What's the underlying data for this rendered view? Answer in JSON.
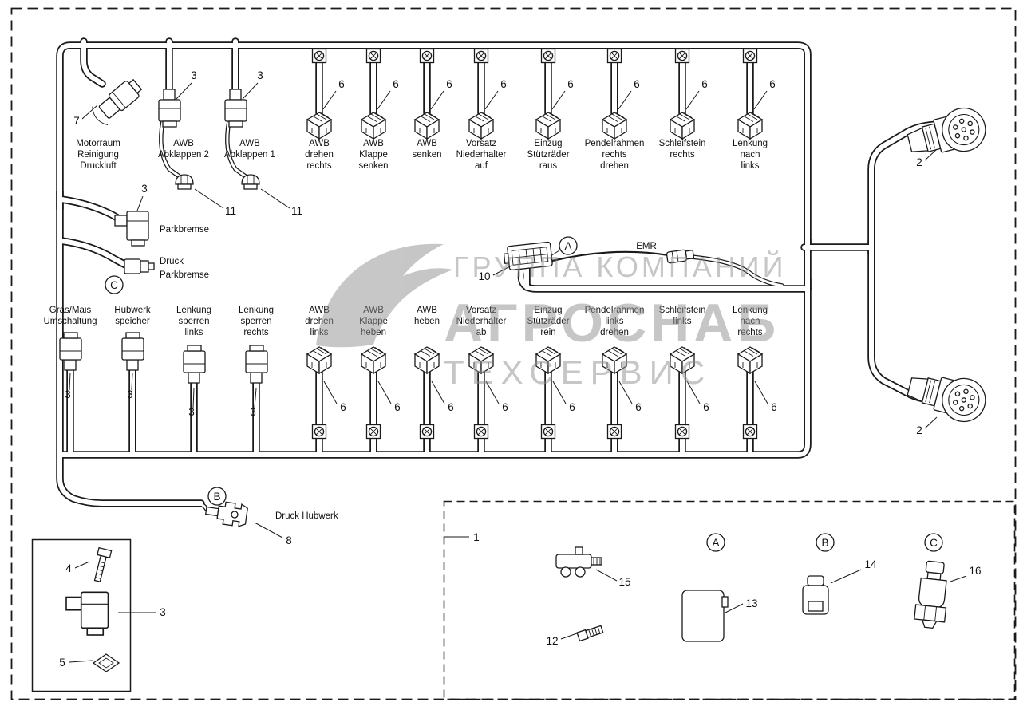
{
  "watermark": {
    "line1": "ГРУППА КОМПАНИЙ",
    "line2": "АГРОСНАБ",
    "line3": "ТЕХСЕРВИС"
  },
  "colors": {
    "line": "#1a1a1a",
    "watermark": "#8f8f8f",
    "background": "#ffffff"
  },
  "top_row": [
    {
      "num": "7",
      "lines": [
        "Motorraum",
        "Reinigung",
        "Druckluft"
      ]
    },
    {
      "num": "3",
      "lines": [
        "AWB",
        "Abklappen 2"
      ]
    },
    {
      "num": "3",
      "lines": [
        "AWB",
        "Abklappen 1"
      ]
    },
    {
      "num": "6",
      "lines": [
        "AWB",
        "drehen",
        "rechts"
      ]
    },
    {
      "num": "6",
      "lines": [
        "AWB",
        "Klappe",
        "senken"
      ]
    },
    {
      "num": "6",
      "lines": [
        "AWB",
        "senken"
      ]
    },
    {
      "num": "6",
      "lines": [
        "Vorsatz",
        "Niederhalter",
        "auf"
      ]
    },
    {
      "num": "6",
      "lines": [
        "Einzug",
        "Stützräder",
        "raus"
      ]
    },
    {
      "num": "6",
      "lines": [
        "Pendelrahmen",
        "rechts",
        "drehen"
      ]
    },
    {
      "num": "6",
      "lines": [
        "Schleifstein",
        "rechts"
      ]
    },
    {
      "num": "6",
      "lines": [
        "Lenkung",
        "nach",
        "links"
      ]
    }
  ],
  "bottom_row": [
    {
      "num": "3",
      "lines": [
        "Gras/Mais",
        "Umschaltung"
      ]
    },
    {
      "num": "3",
      "lines": [
        "Hubwerk",
        "speicher"
      ]
    },
    {
      "num": "3",
      "lines": [
        "Lenkung",
        "sperren",
        "links"
      ]
    },
    {
      "num": "3",
      "lines": [
        "Lenkung",
        "sperren",
        "rechts"
      ]
    },
    {
      "num": "6",
      "lines": [
        "AWB",
        "drehen",
        "links"
      ]
    },
    {
      "num": "6",
      "lines": [
        "AWB",
        "Klappe",
        "heben"
      ]
    },
    {
      "num": "6",
      "lines": [
        "AWB",
        "heben"
      ]
    },
    {
      "num": "6",
      "lines": [
        "Vorsatz",
        "Niederhalter",
        "ab"
      ]
    },
    {
      "num": "6",
      "lines": [
        "Einzug",
        "Stützräder",
        "rein"
      ]
    },
    {
      "num": "6",
      "lines": [
        "Pendelrahmen",
        "links",
        "drehen"
      ]
    },
    {
      "num": "6",
      "lines": [
        "Schleifstein",
        "links"
      ]
    },
    {
      "num": "6",
      "lines": [
        "Lenkung",
        "nach",
        "rechts"
      ]
    }
  ],
  "left_branch": {
    "parkbremse_num": "3",
    "parkbremse_label": "Parkbremse",
    "druck_line1": "Druck",
    "druck_line2": "Parkbremse",
    "circle_c": "C",
    "cap_left_num": "11",
    "cap_right_num": "11"
  },
  "center": {
    "num_10": "10",
    "circle_a": "A",
    "emr_label": "EMR"
  },
  "right_connectors": {
    "top_num": "2",
    "bottom_num": "2"
  },
  "hubwerk_branch": {
    "circle_b": "B",
    "label": "Druck Hubwerk",
    "num": "8"
  },
  "hardware_box": {
    "screw_num": "4",
    "connector_num": "3",
    "seal_num": "5"
  },
  "parts_box": {
    "harness_num": "1",
    "block_num": "15",
    "fitting_num": "12",
    "circle_a": "A",
    "relay_num": "13",
    "circle_b": "B",
    "plug_num": "14",
    "circle_c": "C",
    "sensor_num": "16"
  }
}
